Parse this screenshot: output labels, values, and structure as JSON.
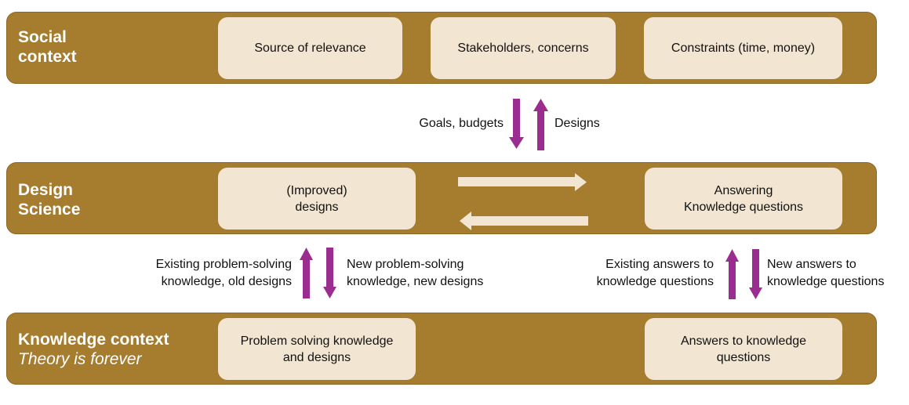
{
  "colors": {
    "band": "#A67C2E",
    "box": "#F2E6D2",
    "flow_arrow": "#9B2D91",
    "inner_arrow": "#F2E6D2"
  },
  "social_context": {
    "title": "Social\ncontext",
    "boxes": [
      "Source of relevance",
      "Stakeholders, concerns",
      "Constraints (time, money)"
    ]
  },
  "social_design_flow": {
    "down_label": "Goals, budgets",
    "up_label": "Designs"
  },
  "design_science": {
    "title": "Design\nScience",
    "boxes": [
      "(Improved)\ndesigns",
      "Answering\nKnowledge questions"
    ]
  },
  "design_knowledge_flow": {
    "left_up_label": "Existing problem-solving\nknowledge, old designs",
    "left_down_label": "New problem-solving\nknowledge, new designs",
    "right_up_label": "Existing answers to\nknowledge questions",
    "right_down_label": "New answers to\nknowledge questions"
  },
  "knowledge_context": {
    "title": "Knowledge context",
    "subtitle": "Theory is forever",
    "boxes": [
      "Problem solving knowledge\nand designs",
      "Answers to knowledge\nquestions"
    ]
  }
}
